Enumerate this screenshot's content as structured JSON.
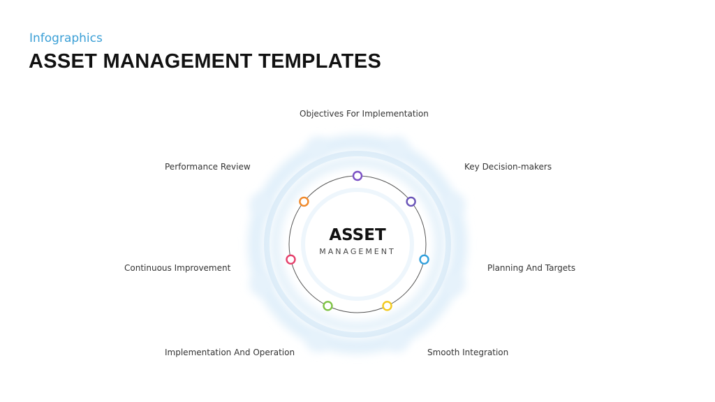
{
  "header": {
    "subtitle": "Infographics",
    "title": "ASSET MANAGEMENT TEMPLATES"
  },
  "center": {
    "title": "ASSET",
    "subtitle": "MANAGEMENT"
  },
  "stages": [
    {
      "label": "Objectives For Implementation",
      "color": "#7a4fc4"
    },
    {
      "label": "Key Decision-makers",
      "color": "#6a55b8"
    },
    {
      "label": "Planning And Targets",
      "color": "#2f9fdc"
    },
    {
      "label": "Smooth Integration",
      "color": "#f2c91c"
    },
    {
      "label": "Implementation And Operation",
      "color": "#7dc243"
    },
    {
      "label": "Continuous Improvement",
      "color": "#e53e6a"
    },
    {
      "label": "Performance Review",
      "color": "#f0892a"
    }
  ]
}
